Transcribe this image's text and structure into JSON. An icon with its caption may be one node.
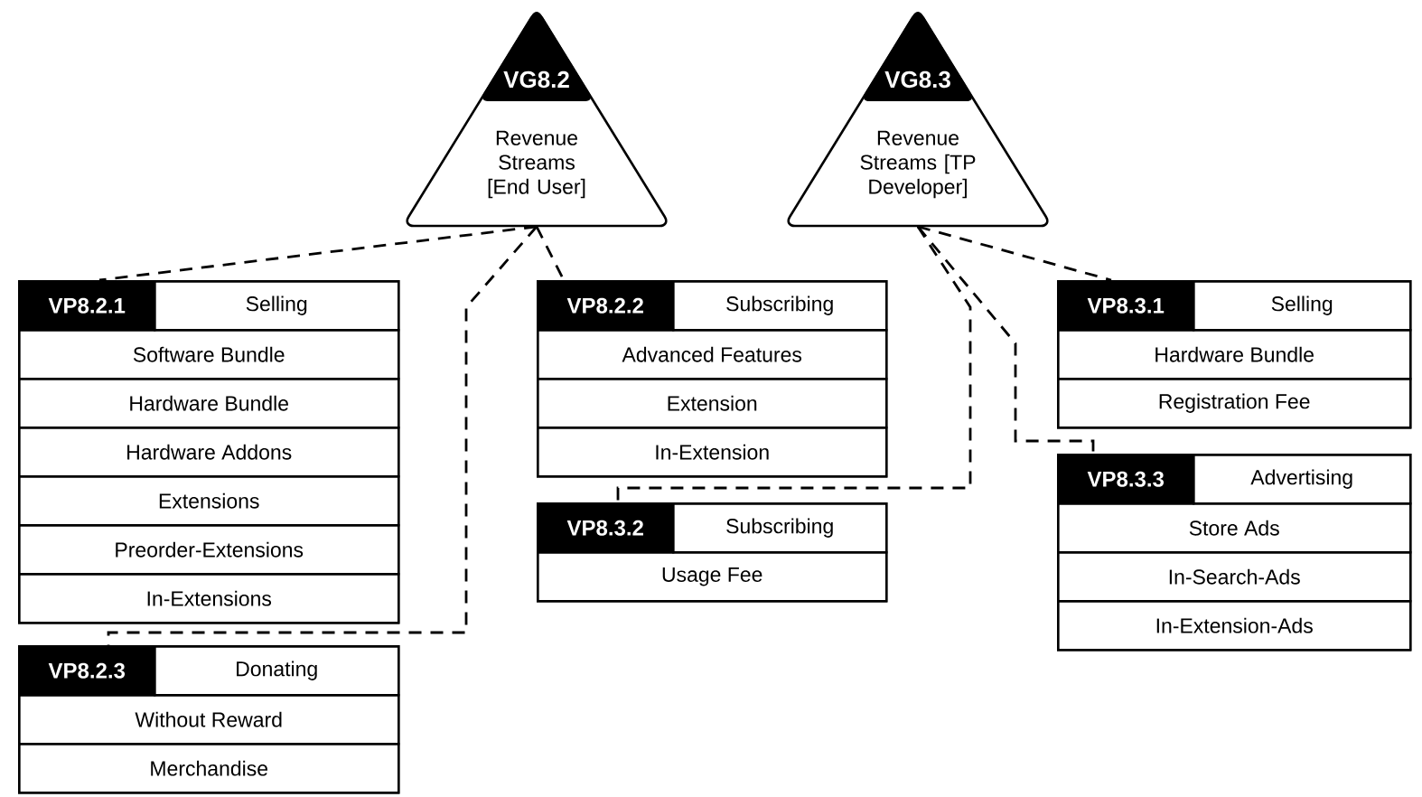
{
  "diagram": {
    "nodes": [
      {
        "text": [
          "VG8.2",
          "Revenue Streams [End User]"
        ]
      },
      {
        "text": [
          "VG8.3",
          "Revenue Streams [TP Developer]"
        ]
      },
      {
        "text": [
          "VP8.2.1",
          "Selling",
          "Software Bundle",
          "Hardware Bundle",
          "Hardware Addons",
          "Extensions",
          "Preorder-Extensions",
          "In-Extensions"
        ]
      },
      {
        "text": [
          "VP8.2.2",
          "Subscribing",
          "Advanced Features",
          "Extension",
          "In-Extension"
        ]
      },
      {
        "text": [
          "VP8.3.1",
          "Selling",
          "Hardware Bundle",
          "Registration Fee"
        ]
      },
      {
        "text": [
          "VP8.3.2",
          "Subscribing",
          "Usage Fee"
        ]
      },
      {
        "text": [
          "VP8.3.3",
          "Advertising",
          "Store Ads",
          "In-Search-Ads",
          "In-Extension-Ads"
        ]
      },
      {
        "text": [
          "VP8.2.3",
          "Donating",
          "Without Reward",
          "Merchandise"
        ]
      }
    ],
    "edges": [
      {
        "from": 0,
        "to": 2,
        "arrow": "none",
        "style": "dashed"
      },
      {
        "from": 0,
        "to": 3,
        "arrow": "none",
        "style": "dashed"
      },
      {
        "from": 0,
        "to": 7,
        "arrow": "none",
        "style": "dashed"
      },
      {
        "from": 1,
        "to": 4,
        "arrow": "none",
        "style": "dashed"
      },
      {
        "from": 1,
        "to": 5,
        "arrow": "none",
        "style": "dashed"
      },
      {
        "from": 1,
        "to": 6,
        "arrow": "none",
        "style": "dashed"
      }
    ]
  }
}
